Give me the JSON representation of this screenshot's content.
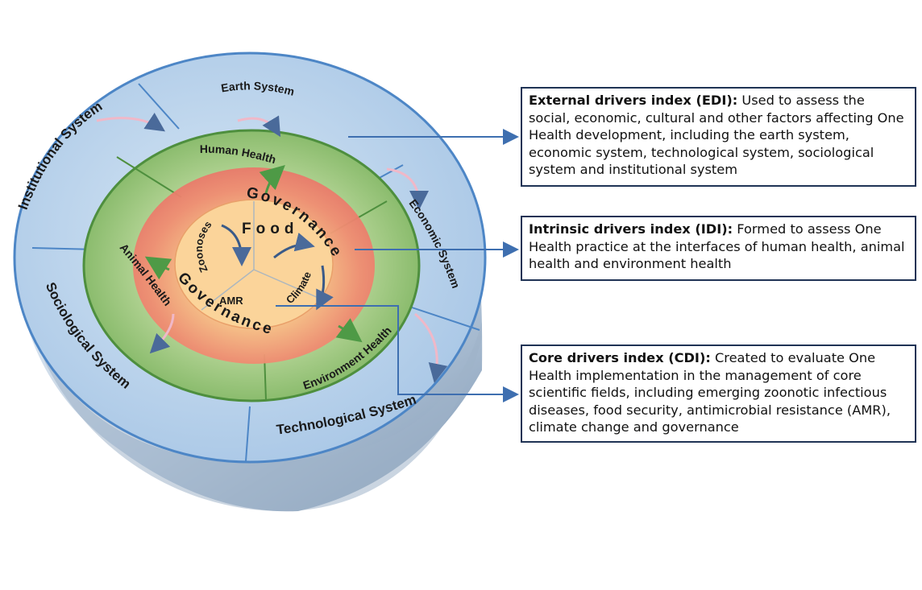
{
  "outer_ring": {
    "earth": "Earth System",
    "economic": "Economic System",
    "technological": "Technological System",
    "sociological": "Sociological System",
    "institutional": "Institutional System"
  },
  "middle_ring": {
    "human": "Human Health",
    "animal": "Animal Health",
    "environment": "Environment Health"
  },
  "core": {
    "governance_top": "Governance",
    "governance_bottom": "Governance",
    "food": "Food",
    "zoonoses": "Zoonoses",
    "amr": "AMR",
    "climate": "Climate"
  },
  "boxes": {
    "edi": {
      "title": "External drivers index (EDI):",
      "body": " Used to assess the social, economic, cultural and other factors affecting One Health development, including the earth system, economic system, technological system, sociological system and institutional system"
    },
    "idi": {
      "title": "Intrinsic drivers index (IDI):",
      "body": " Formed to assess One Health practice at the interfaces of human health, animal health and environment health"
    },
    "cdi": {
      "title": "Core drivers index (CDI):",
      "body": " Created to evaluate One Health implementation in the management of core scientific fields, including emerging zoonotic infectious diseases, food security, antimicrobial resistance (AMR), climate change and governance"
    }
  },
  "colors": {
    "outer_ring": "#bcd6ee",
    "middle_ring": "#8fc07a",
    "core": "#f2a57a",
    "connector": "#3e6fb0",
    "box_border": "#1f3355"
  }
}
